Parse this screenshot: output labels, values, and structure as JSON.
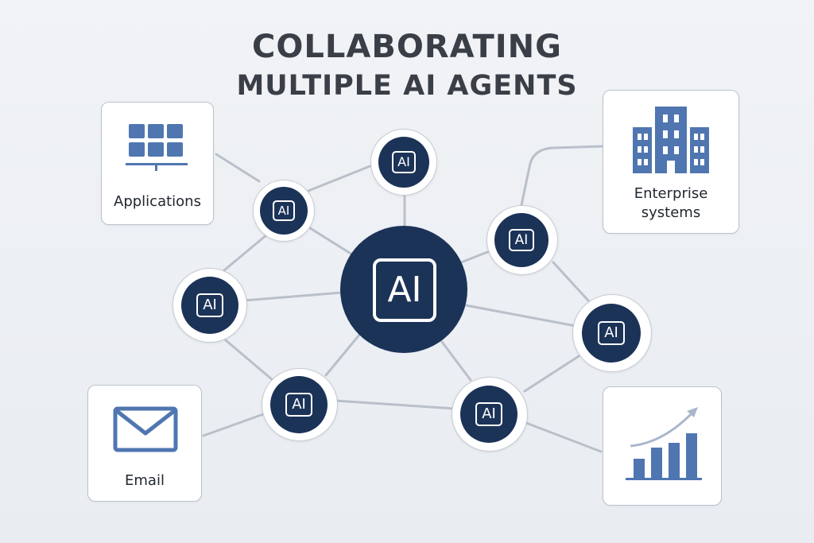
{
  "title": {
    "line1": "COLLABORATING",
    "line2": "MULTIPLE AI AGENTS"
  },
  "hub": {
    "label": "AI"
  },
  "agents": [
    {
      "id": "agent-top",
      "label": "AI"
    },
    {
      "id": "agent-upper-left",
      "label": "AI"
    },
    {
      "id": "agent-left",
      "label": "AI"
    },
    {
      "id": "agent-lower-left",
      "label": "AI"
    },
    {
      "id": "agent-lower-right",
      "label": "AI"
    },
    {
      "id": "agent-right",
      "label": "AI"
    },
    {
      "id": "agent-upper-right",
      "label": "AI"
    }
  ],
  "cards": {
    "applications": {
      "label": "Applications",
      "icon": "grid-apps-icon"
    },
    "enterprise": {
      "label_line1": "Enterprise",
      "label_line2": "systems",
      "icon": "building-icon"
    },
    "email": {
      "label": "Email",
      "icon": "envelope-icon"
    },
    "analytics": {
      "icon": "bar-chart-growth-icon"
    }
  },
  "colors": {
    "navy": "#1c3358",
    "icon_blue": "#4f76b0",
    "link": "#b7bec8",
    "title": "#3a3f47"
  }
}
